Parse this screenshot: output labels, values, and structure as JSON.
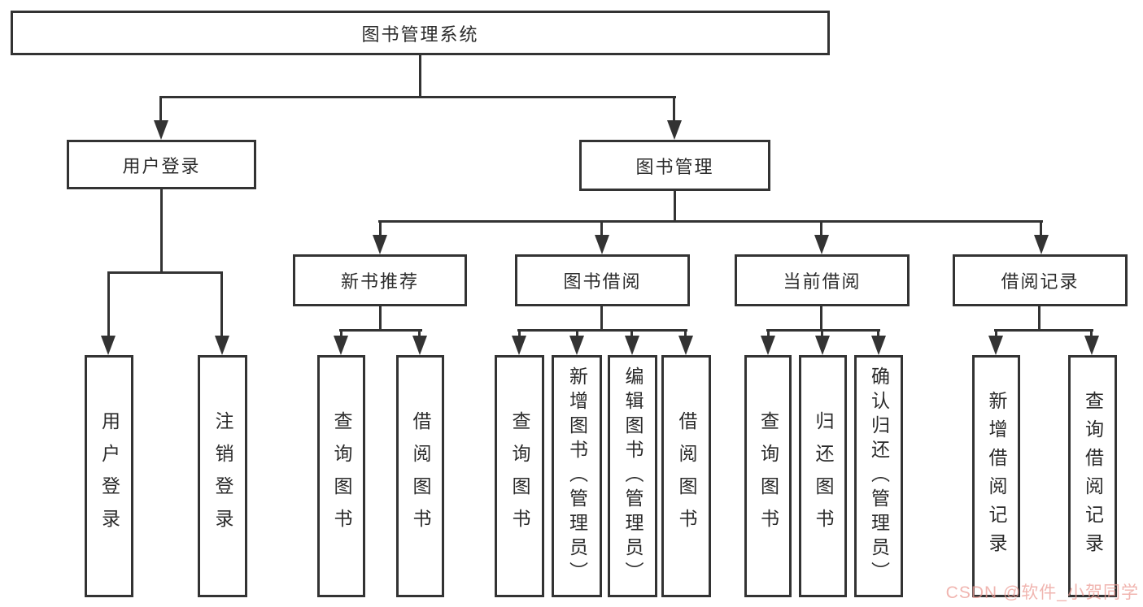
{
  "diagram": {
    "title": "图书管理系统",
    "root": "图书管理系统",
    "level2": {
      "user_login": "用户登录",
      "book_mgmt": "图书管理"
    },
    "level3": {
      "new_book": "新书推荐",
      "book_borrow": "图书借阅",
      "current_borrow": "当前借阅",
      "borrow_records": "借阅记录"
    },
    "leaves": {
      "user_login": [
        "用户登录",
        "注销登录"
      ],
      "new_book": [
        "查询图书",
        "借阅图书"
      ],
      "book_borrow": [
        "查询图书",
        "新增图书（管理员）",
        "编辑图书（管理员）",
        "借阅图书"
      ],
      "current_borrow": [
        "查询图书",
        "归还图书",
        "确认归还（管理员）"
      ],
      "borrow_records": [
        "新增借阅记录",
        "查询借阅记录"
      ]
    }
  },
  "watermark": {
    "text": "CSDN @软件_小贺同学",
    "color": "#ec9d96"
  },
  "colors": {
    "line": "#333333",
    "box_border": "#333333",
    "background": "#ffffff"
  }
}
